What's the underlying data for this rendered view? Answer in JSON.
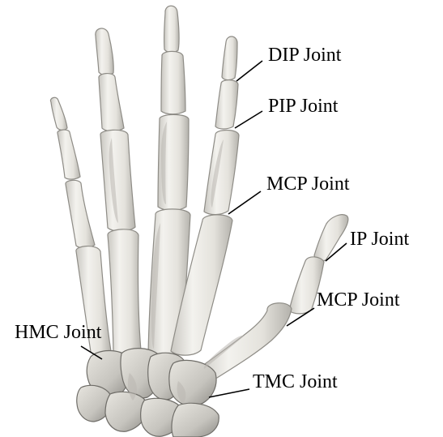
{
  "labels": {
    "dip": "DIP Joint",
    "pip": "PIP Joint",
    "mcp_finger": "MCP Joint",
    "ip": "IP Joint",
    "mcp_thumb": "MCP Joint",
    "hmc": "HMC Joint",
    "tmc": "TMC Joint"
  },
  "colors": {
    "bone_light": "#f1f0ec",
    "bone_mid": "#d9d7d1",
    "bone_dark": "#a9a7a1",
    "label": "#000000",
    "background": "#ffffff"
  }
}
